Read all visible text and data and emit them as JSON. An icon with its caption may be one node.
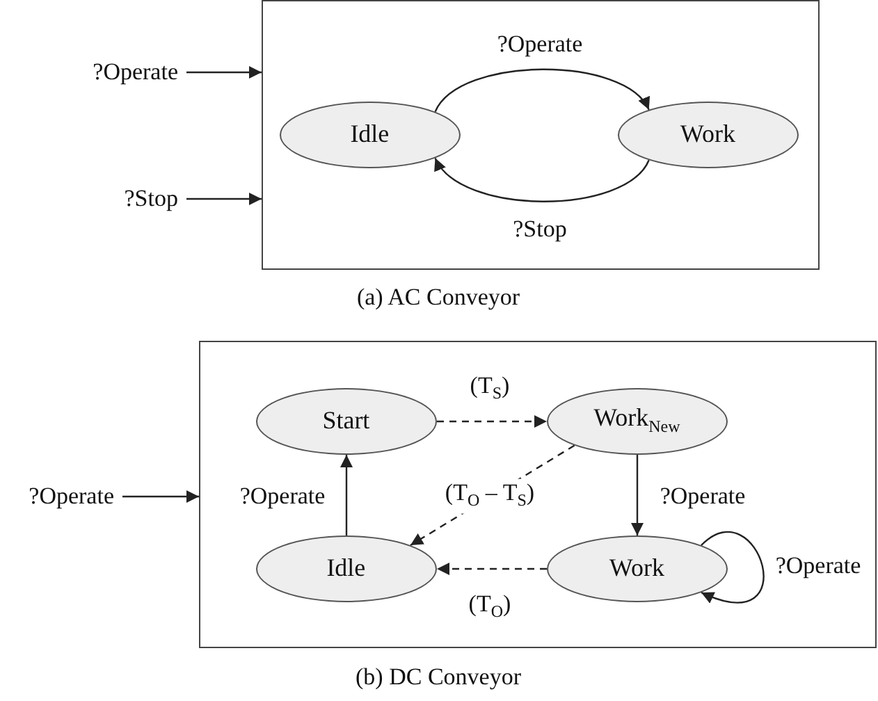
{
  "diagram": {
    "nodes": [
      {
        "text": [],
        "shape": "box"
      },
      {
        "text": [
          "?Operate"
        ]
      },
      {
        "text": [
          "?Stop"
        ]
      },
      {
        "text": [
          "Idle"
        ],
        "in": 0
      },
      {
        "text": [
          "Work"
        ],
        "in": 0
      },
      {
        "text": [],
        "shape": "box"
      },
      {
        "text": [
          "?Operate"
        ]
      },
      {
        "text": [
          "Start"
        ],
        "in": 5
      },
      {
        "text": [
          "Work$_{New}$"
        ],
        "in": 5
      },
      {
        "text": [
          "Idle"
        ],
        "in": 5
      },
      {
        "text": [
          "Work"
        ],
        "in": 5
      }
    ],
    "edges": [
      {
        "from": 1,
        "to": 0,
        "arrow": "to"
      },
      {
        "from": 2,
        "to": 0,
        "arrow": "to"
      },
      {
        "from": 3,
        "to": 4,
        "arrow": "to",
        "label": "?Operate"
      },
      {
        "from": 4,
        "to": 3,
        "arrow": "to",
        "label": "?Stop"
      },
      {
        "from": 6,
        "to": 5,
        "arrow": "to"
      },
      {
        "from": 7,
        "to": 8,
        "arrow": "to",
        "label": "(T$_{S}$)",
        "style": "dashed"
      },
      {
        "from": 8,
        "to": 9,
        "arrow": "to",
        "label": "(T$_{O}$ – T$_{S}$)",
        "style": "dashed"
      },
      {
        "from": 8,
        "to": 10,
        "arrow": "to",
        "label": "?Operate"
      },
      {
        "from": 9,
        "to": 7,
        "arrow": "to",
        "label": "?Operate"
      },
      {
        "from": 10,
        "to": 9,
        "arrow": "to",
        "label": "(T$_{O}$)",
        "style": "dashed"
      },
      {
        "from": 10,
        "to": 10,
        "arrow": "to",
        "label": "?Operate"
      }
    ],
    "labels": [
      "(a) AC Conveyor",
      "(b) DC Conveyor"
    ]
  }
}
